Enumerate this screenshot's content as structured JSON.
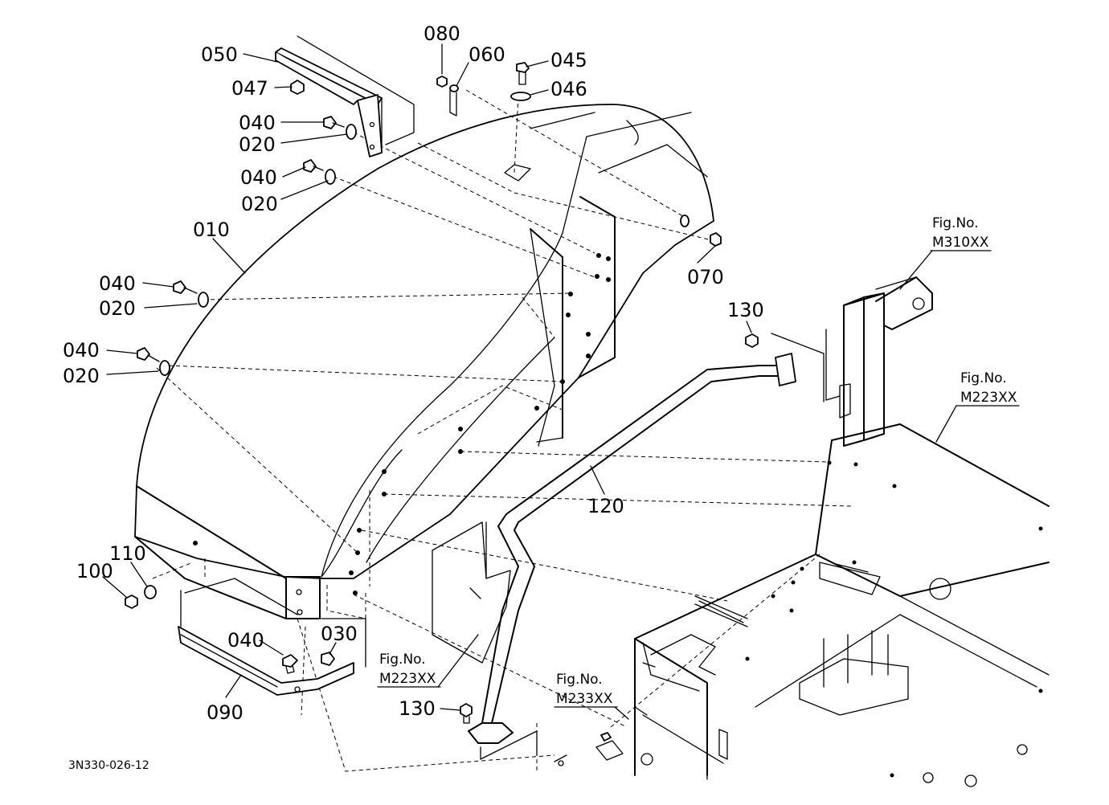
{
  "diagram_code": "3N330-026-12",
  "parts": {
    "p050": "050",
    "p047": "047",
    "p040a": "040",
    "p020a": "020",
    "p040b": "040",
    "p020b": "020",
    "p010": "010",
    "p040c": "040",
    "p020c": "020",
    "p040d": "040",
    "p020d": "020",
    "p080": "080",
    "p060": "060",
    "p045": "045",
    "p046": "046",
    "p070": "070",
    "p130a": "130",
    "p120": "120",
    "p110": "110",
    "p100": "100",
    "p040e": "040",
    "p030": "030",
    "p090": "090",
    "p130b": "130"
  },
  "figure_refs": {
    "ref1_label": "Fig.No.",
    "ref1_code": "M310XX",
    "ref2_label": "Fig.No.",
    "ref2_code": "M223XX",
    "ref3_label": "Fig.No.",
    "ref3_code": "M223XX",
    "ref4_label": "Fig.No.",
    "ref4_code": "M233XX"
  }
}
